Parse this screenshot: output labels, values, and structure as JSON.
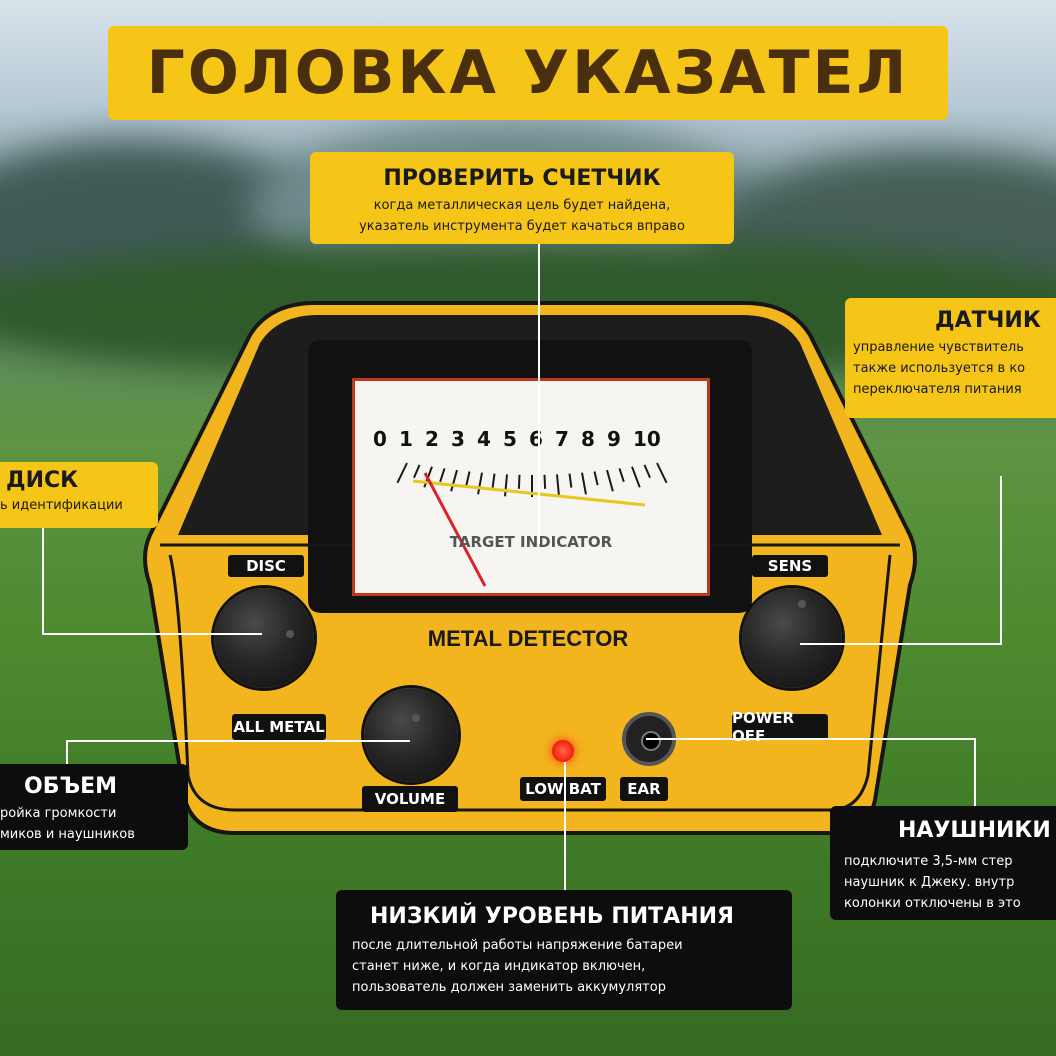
{
  "title": "ГОЛОВКА УКАЗАТЕЛ",
  "meter": {
    "scale": [
      "0",
      "1",
      "2",
      "3",
      "4",
      "5",
      "6",
      "7",
      "8",
      "9",
      "10"
    ],
    "caption": "TARGET INDICATOR"
  },
  "device": {
    "brand": "METAL DETECTOR",
    "disc_label": "DISC",
    "sens_label": "SENS",
    "all_metal": "ALL METAL",
    "power_off": "POWER OFF",
    "volume": "VOLUME",
    "lowbat": "LOW BAT",
    "ear": "EAR"
  },
  "callouts": {
    "check_meter": {
      "title": "ПРОВЕРИТЬ СЧЕТЧИК",
      "line1": "когда металлическая цель будет найдена,",
      "line2": "указатель инструмента будет качаться вправо"
    },
    "sensor": {
      "title": "ДАТЧИК",
      "line1": "управление чувствитель",
      "line2": "также используется в ко",
      "line3": "переключателя питания"
    },
    "disc": {
      "title": "ДИСК",
      "line1": "ь идентификации"
    },
    "volume": {
      "title": "ОБЪЕМ",
      "line1": "ройка громкости",
      "line2": "миков и наушников"
    },
    "headphones": {
      "title": "НАУШНИКИ",
      "line1": "подключите 3,5-мм стер",
      "line2": "наушник к Джеку. внутр",
      "line3": "колонки отключены в это"
    },
    "low_power": {
      "title": "НИЗКИЙ УРОВЕНЬ ПИТАНИЯ",
      "line1": "после длительной работы напряжение батареи",
      "line2": "станет ниже, и когда индикатор включен,",
      "line3": "пользователь должен заменить аккумулятор"
    }
  },
  "colors": {
    "accent_yellow": "#f5c518",
    "title_text": "#4a2f0f",
    "needle": "#d8242a",
    "device_body": "#f3b51d",
    "led": "#ff2a1a"
  }
}
